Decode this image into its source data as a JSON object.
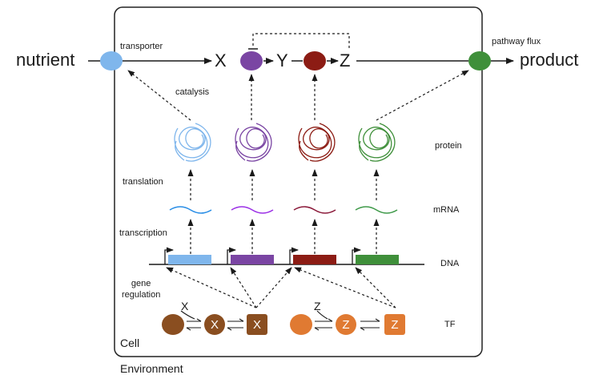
{
  "labels": {
    "nutrient": "nutrient",
    "product": "product",
    "transporter": "transporter",
    "pathway_flux": "pathway flux",
    "catalysis": "catalysis",
    "X": "X",
    "Y": "Y",
    "Z": "Z",
    "translation": "translation",
    "transcription": "transcription",
    "gene_regulation": "gene\nregulation",
    "protein": "protein",
    "mrna": "mRNA",
    "dna": "DNA",
    "tf": "TF",
    "cell": "Cell",
    "environment": "Environment"
  },
  "tf": {
    "x_signal": "X",
    "z_signal": "Z",
    "x_bound_circle": "X",
    "x_bound_square": "X",
    "z_bound_circle": "Z",
    "z_bound_square": "Z"
  },
  "colors": {
    "blue": "#7fb6ec",
    "purple": "#7a45a3",
    "darkred": "#8c1c14",
    "green": "#3f8f3a",
    "brown": "#8a4e20",
    "orange": "#e07a32",
    "mrna_blue": "#2a8ee6",
    "mrna_purple": "#9b30e6",
    "mrna_red": "#8c1c3c",
    "mrna_green": "#3f9a4a"
  }
}
